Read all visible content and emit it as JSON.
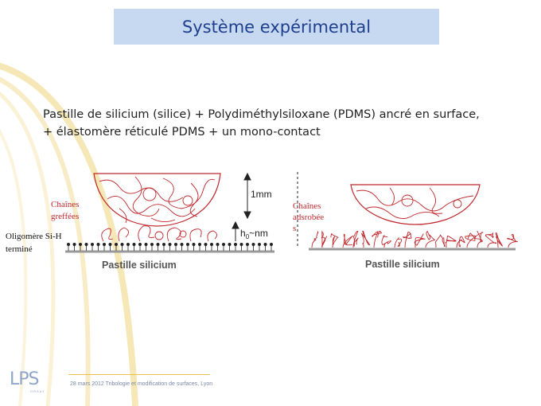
{
  "slide": {
    "title": "Système expérimental",
    "line1": "Pastille de silicium (silice) + Polydiméthylsiloxane (PDMS) ancré en surface,",
    "line2": "+ élastomère réticulé PDMS + un mono-contact"
  },
  "left_panel": {
    "label_chains": [
      "Chaînes",
      "greffées"
    ],
    "label_oligomer": [
      "Oligomère Si-H",
      "terminé"
    ],
    "label_1mm": "1mm",
    "label_h0_a": "h",
    "label_h0_sub": "0",
    "label_h0_b": "~nm",
    "label_substrate": "Pastille silicium"
  },
  "right_panel": {
    "label_chains": [
      "Chaînes",
      "adsrobée",
      "s"
    ],
    "label_substrate": "Pastille silicium"
  },
  "footer": {
    "text": "28 mars 2012 Tribologie et  modification de surfaces, Lyon",
    "logo": "LPS",
    "logo_sub": "ORSAY"
  },
  "colors": {
    "title_bg": "#c6d9f1",
    "title_text": "#1f3f8f",
    "chains": "#c0282d",
    "arcs": "#f6e7b6"
  }
}
